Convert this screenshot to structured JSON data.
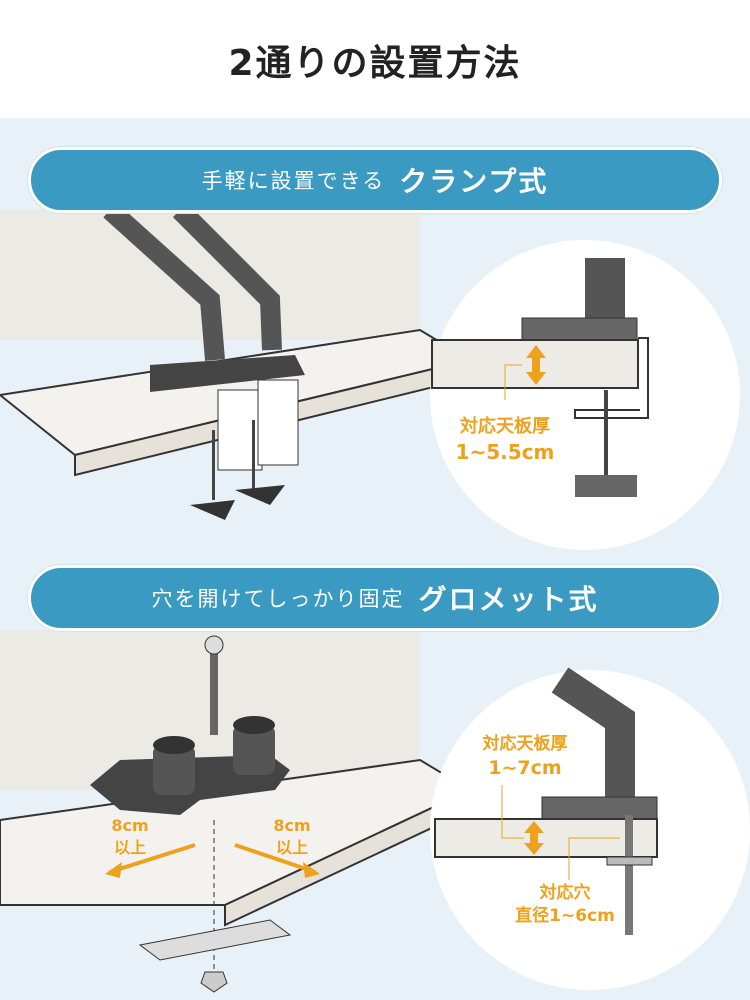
{
  "title": "2通りの設置方法",
  "clamp": {
    "subtitle": "手軽に設置できる",
    "name": "クランプ式",
    "thickness_label": "対応天板厚",
    "thickness_range": "1~5.5cm"
  },
  "grommet": {
    "subtitle": "穴を開けてしっかり固定",
    "name": "グロメット式",
    "thickness_label": "対応天板厚",
    "thickness_range": "1~7cm",
    "hole_label": "対応穴",
    "hole_range": "直径1~6cm",
    "clearance_left": "8cm",
    "clearance_left_suffix": "以上",
    "clearance_right": "8cm",
    "clearance_right_suffix": "以上"
  },
  "colors": {
    "accent": "#eda21e",
    "banner": "#3a9ac2",
    "background": "#e8f1f7"
  }
}
